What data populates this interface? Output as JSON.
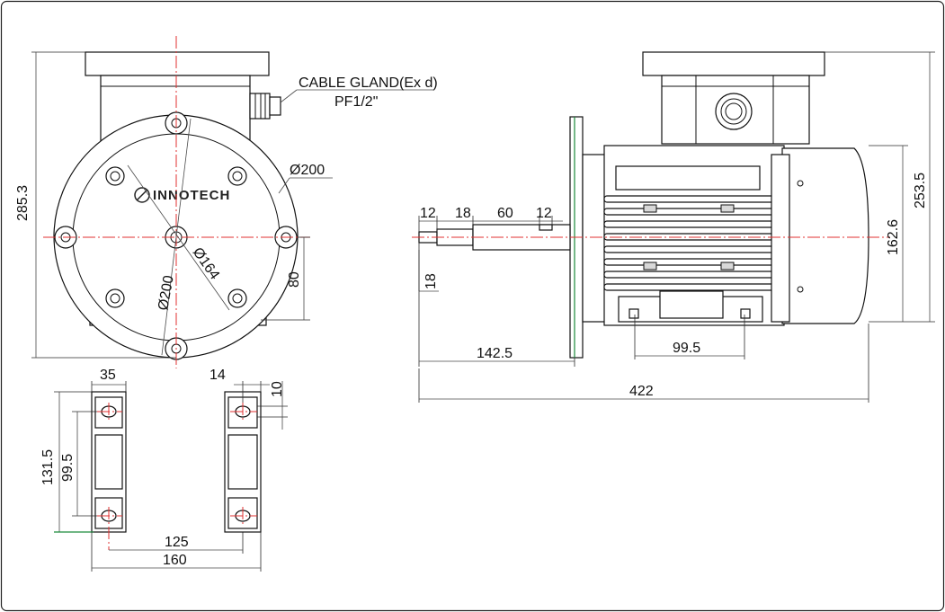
{
  "brand": "INNOTECH",
  "callouts": {
    "cable_gland": "CABLE GLAND(Ex d)",
    "cable_gland_thread": "PF1/2\""
  },
  "front_view": {
    "height": "285.3",
    "body_diameter": "Ø200",
    "bolt_circle": "Ø164",
    "flange_diameter": "Ø200",
    "center_height": "80"
  },
  "side_view": {
    "shaft_step_1": "12",
    "shaft_step_2": "18",
    "shaft_length": "60",
    "key_width": "12",
    "shaft_diameter": "18",
    "flange_offset": "142.5",
    "foot_spacing": "99.5",
    "overall_length": "422",
    "overall_height": "253.5",
    "motor_height": "162.6"
  },
  "foot_view_left": {
    "width": "35",
    "overall_length": "131.5",
    "hole_spacing": "99.5",
    "hole_pitch": "125",
    "overall_width": "160"
  },
  "foot_view_right": {
    "hole_offset": "14",
    "slot_width": "10"
  }
}
